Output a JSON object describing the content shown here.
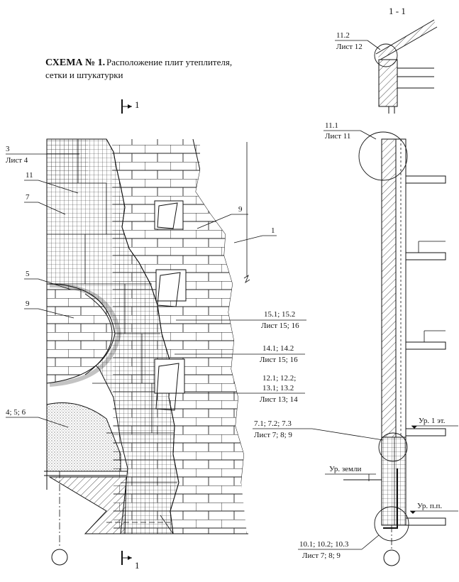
{
  "title": {
    "bold": "СХЕМА № 1.",
    "line1": "Расположение плит утеплителя,",
    "line2": "сетки и штукатурки"
  },
  "section_marks": {
    "top": "1",
    "bottom": "1",
    "section_title": "1 - 1"
  },
  "callouts_left": [
    {
      "id": "3",
      "sub": "Лист 4"
    },
    {
      "id": "11"
    },
    {
      "id": "7"
    },
    {
      "id": "5"
    },
    {
      "id": "9",
      "side": "left"
    },
    {
      "id": "4; 5; 6"
    }
  ],
  "callouts_right": [
    {
      "id": "9",
      "side": "right"
    },
    {
      "id": "1"
    },
    {
      "id": "15.1; 15.2",
      "sub": "Лист 15; 16"
    },
    {
      "id": "14.1; 14.2",
      "sub": "Лист 15; 16"
    },
    {
      "id": "12.1; 12.2;",
      "id2": "13.1; 13.2",
      "sub": "Лист 13; 14"
    }
  ],
  "section_callouts": [
    {
      "id": "11.2",
      "sub": "Лист 12"
    },
    {
      "id": "11.1",
      "sub": "Лист 11"
    },
    {
      "id": "7.1; 7.2; 7.3",
      "sub": "Лист 7; 8; 9"
    },
    {
      "id": "10.1; 10.2; 10.3",
      "sub": "Лист 7; 8; 9"
    }
  ],
  "levels": {
    "floor1": "Ур. 1 эт.",
    "ground": "Ур. земли",
    "basement": "Ур. п.п."
  },
  "colors": {
    "ink": "#111111",
    "paper": "#ffffff"
  }
}
